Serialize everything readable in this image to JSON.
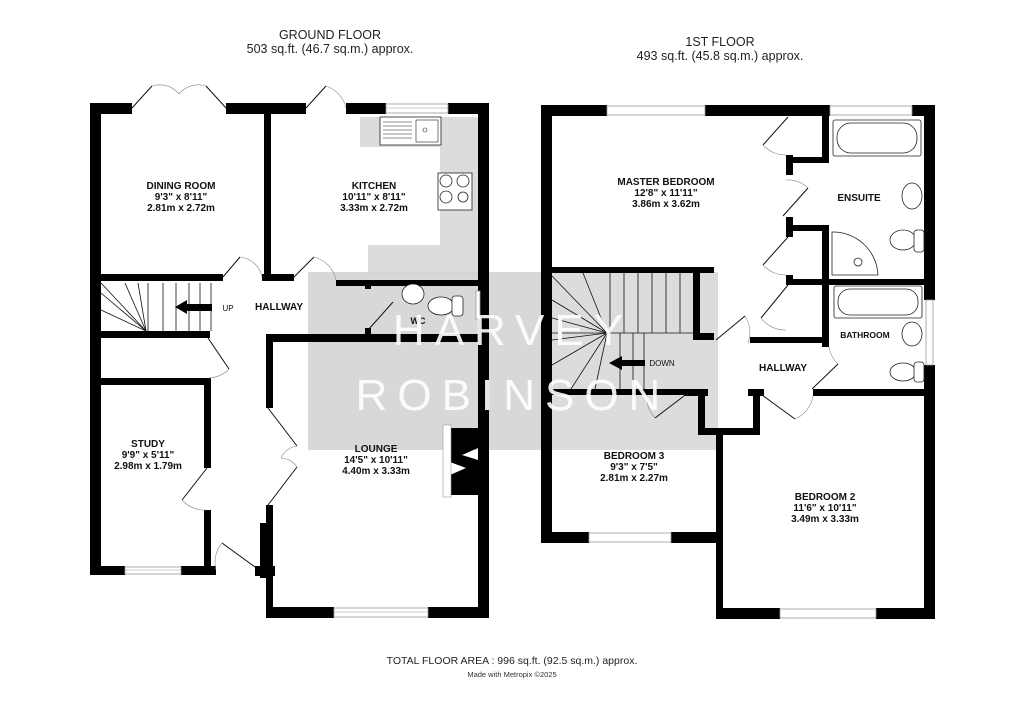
{
  "ground_floor": {
    "title": "GROUND FLOOR",
    "area": "503 sq.ft. (46.7 sq.m.) approx.",
    "rooms": {
      "dining": {
        "name": "DINING ROOM",
        "imperial": "9'3\"  x 8'11\"",
        "metric": "2.81m  x 2.72m"
      },
      "kitchen": {
        "name": "KITCHEN",
        "imperial": "10'11\"  x 8'11\"",
        "metric": "3.33m  x 2.72m"
      },
      "hallway": {
        "name": "HALLWAY"
      },
      "wc": {
        "name": "WC"
      },
      "study": {
        "name": "STUDY",
        "imperial": "9'9\"  x 5'11\"",
        "metric": "2.98m  x 1.79m"
      },
      "lounge": {
        "name": "LOUNGE",
        "imperial": "14'5\"  x 10'11\"",
        "metric": "4.40m  x 3.33m"
      }
    },
    "stairs_label": "UP"
  },
  "first_floor": {
    "title": "1ST FLOOR",
    "area": "493 sq.ft. (45.8 sq.m.) approx.",
    "rooms": {
      "master": {
        "name": "MASTER BEDROOM",
        "imperial": "12'8\"  x 11'11\"",
        "metric": "3.86m  x 3.62m"
      },
      "ensuite": {
        "name": "ENSUITE"
      },
      "bathroom": {
        "name": "BATHROOM"
      },
      "hallway": {
        "name": "HALLWAY"
      },
      "bedroom3": {
        "name": "BEDROOM 3",
        "imperial": "9'3\"  x 7'5\"",
        "metric": "2.81m  x 2.27m"
      },
      "bedroom2": {
        "name": "BEDROOM 2",
        "imperial": "11'6\"  x 10'11\"",
        "metric": "3.49m  x 3.33m"
      }
    },
    "stairs_label": "DOWN"
  },
  "watermark": {
    "line1": "HARVEY",
    "line2": "ROBINSON"
  },
  "footer": {
    "total": "TOTAL FLOOR AREA : 996 sq.ft. (92.5 sq.m.) approx.",
    "credit": "Made with Metropix ©2025"
  },
  "colors": {
    "wall": "#000000",
    "shade": "#dcdcdc",
    "watermark_bg": "#d4d4d4"
  }
}
